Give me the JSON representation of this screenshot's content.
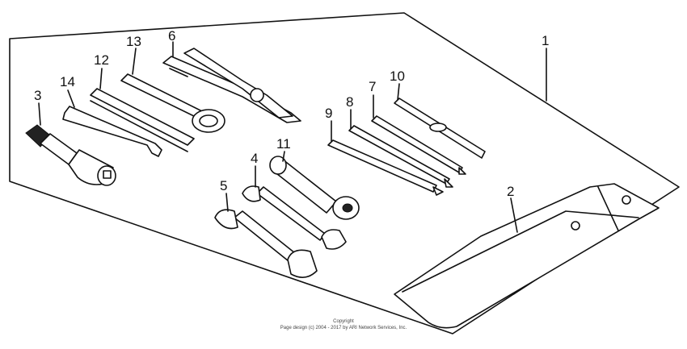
{
  "callouts": [
    "1",
    "2",
    "3",
    "4",
    "5",
    "6",
    "7",
    "8",
    "9",
    "10",
    "11",
    "12",
    "13",
    "14"
  ],
  "copyright": {
    "line1": "Copyright",
    "line2": "Page design (c) 2004 - 2017 by ARI Network Services, Inc."
  }
}
